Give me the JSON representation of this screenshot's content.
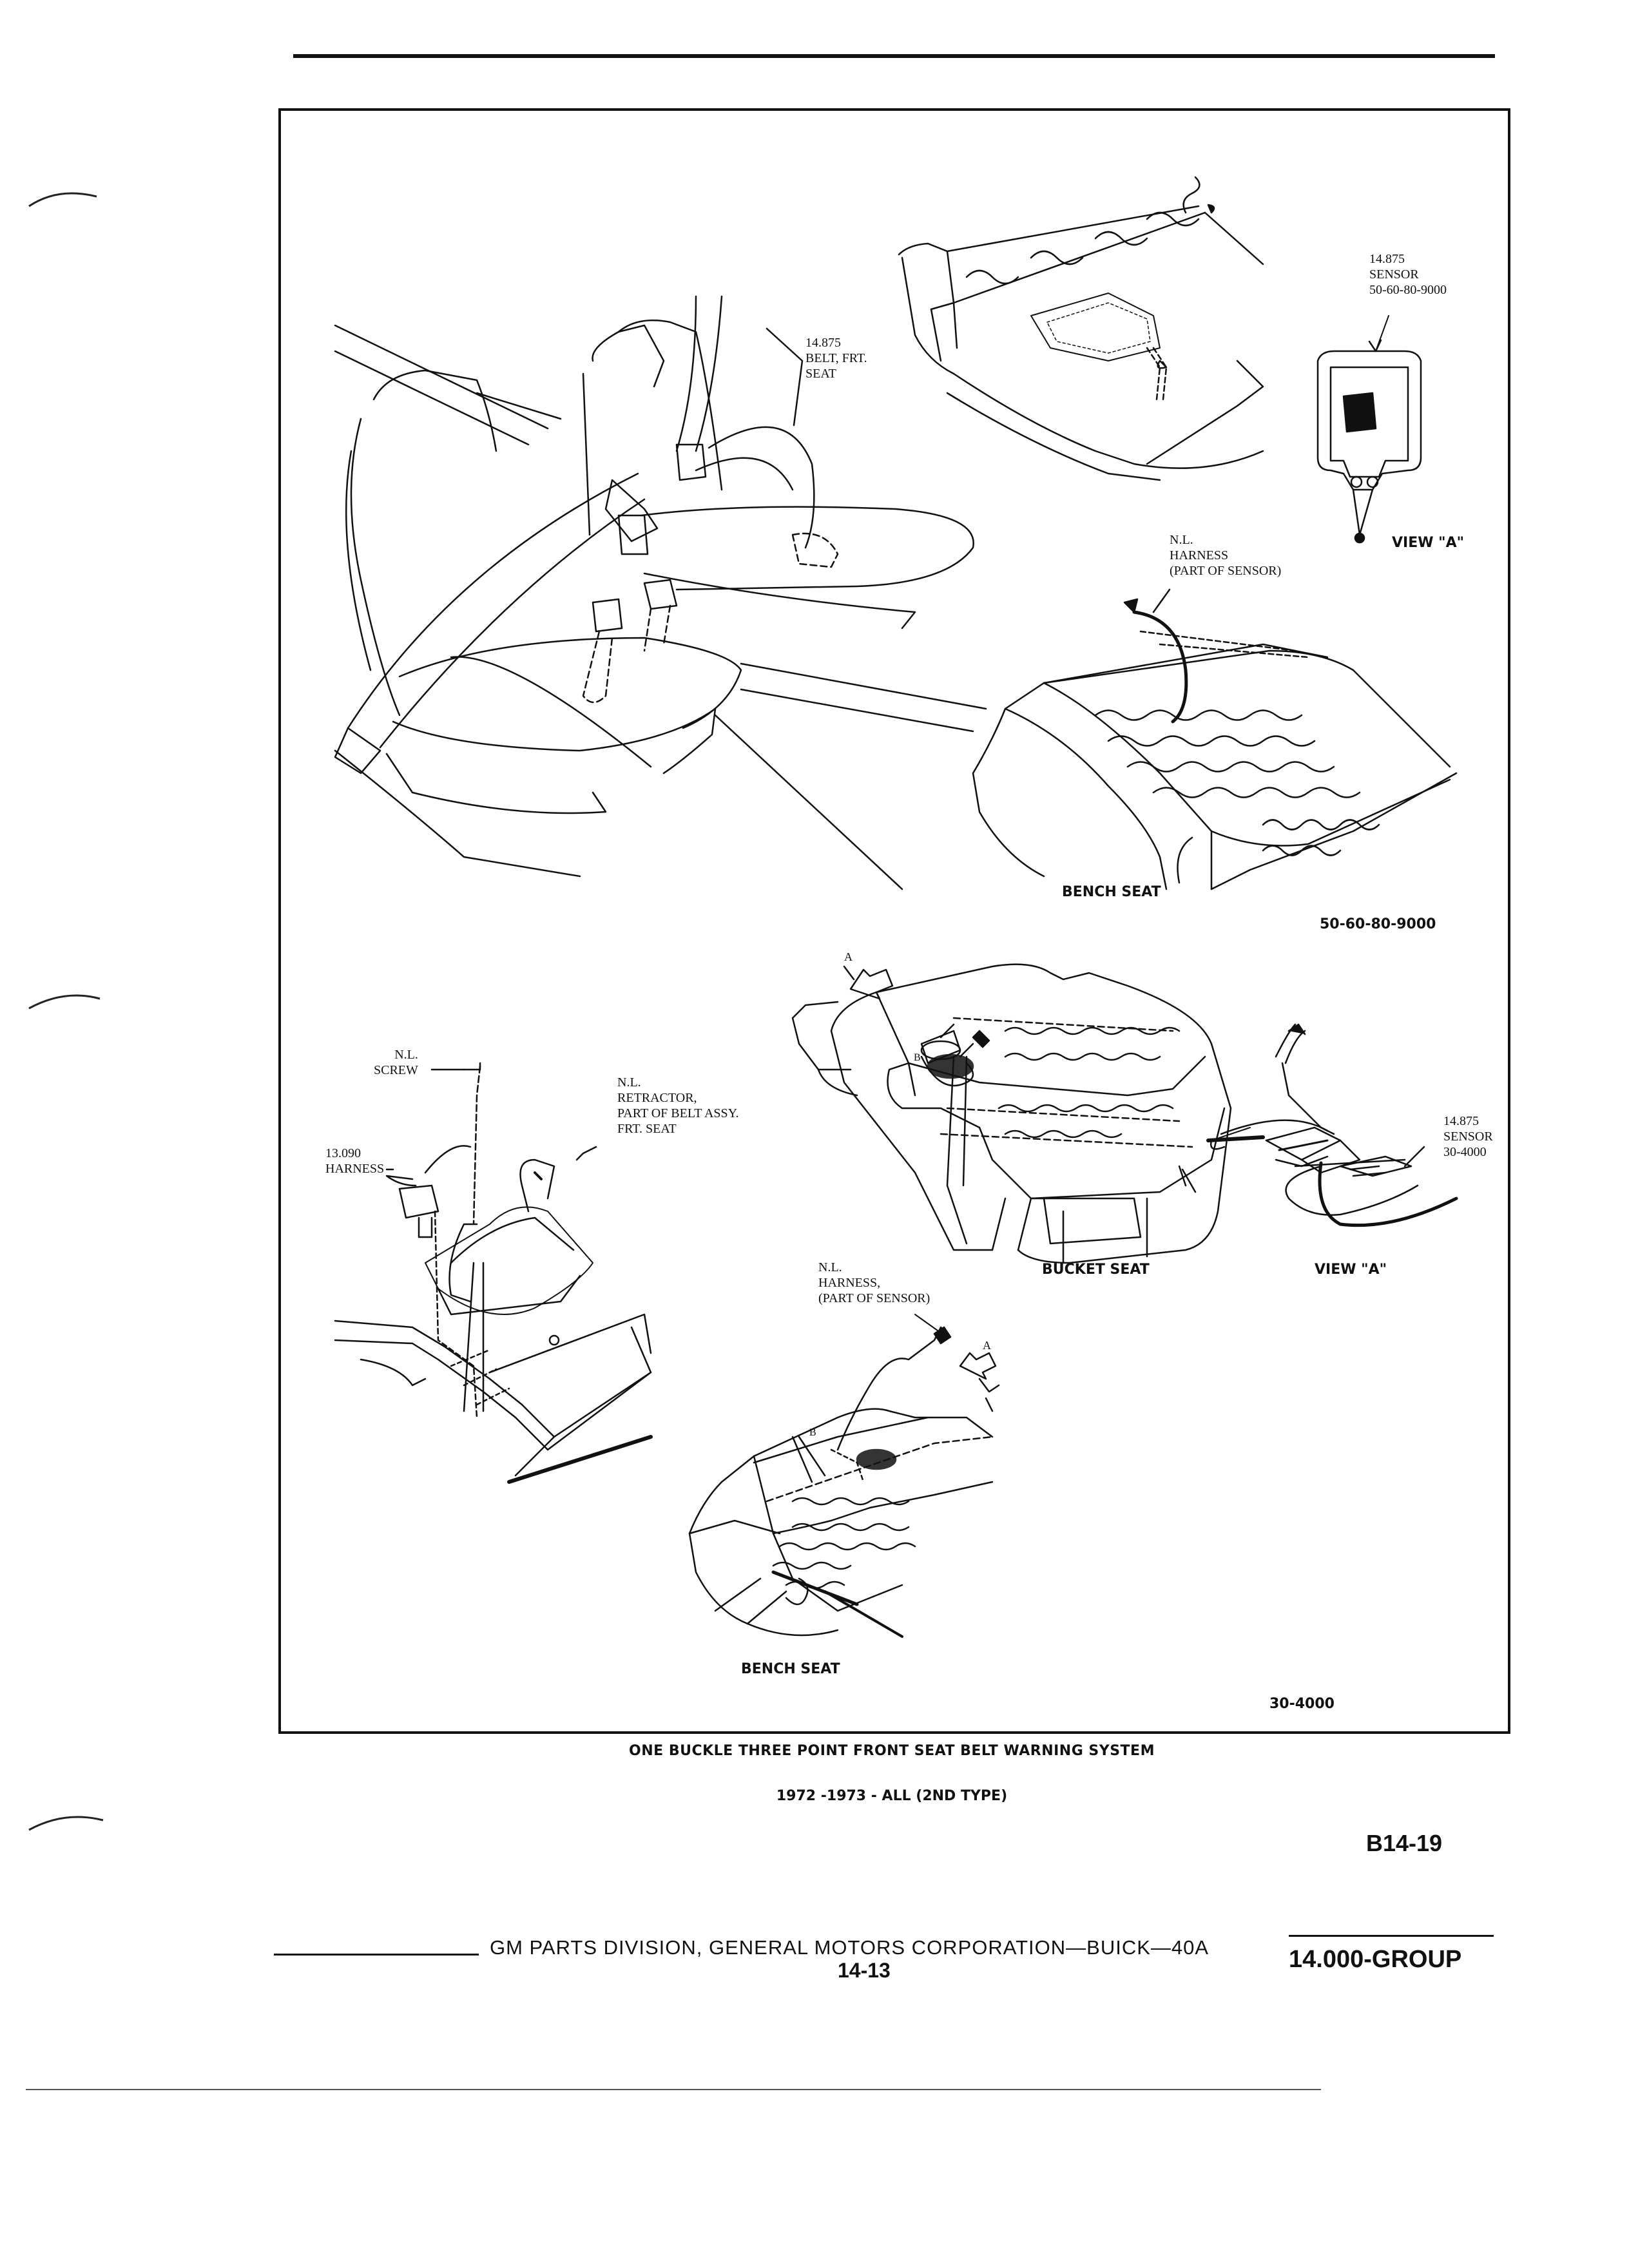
{
  "diagram": {
    "labels": {
      "belt_frt_seat": "14.875\nBELT, FRT.\nSEAT",
      "sensor_top": "14.875\nSENSOR\n50-60-80-9000",
      "view_a_top": "VIEW \"A\"",
      "harness_top": "N.L.\nHARNESS\n(PART OF SENSOR)",
      "bench_seat_top": "BENCH SEAT",
      "code_top": "50-60-80-9000",
      "screw": "N.L.\nSCREW",
      "harness_1309": "13.090\nHARNESS",
      "retractor": "N.L.\nRETRACTOR,\nPART OF BELT ASSY.\nFRT. SEAT",
      "arrow_a_upper": "A",
      "point_b_upper": "B",
      "sensor_right": "14.875\nSENSOR\n30-4000",
      "bucket_seat": "BUCKET SEAT",
      "view_a_bottom": "VIEW \"A\"",
      "harness_bottom": "N.L.\nHARNESS,\n(PART OF SENSOR)",
      "arrow_a_lower": "A",
      "point_b_lower": "B",
      "bench_seat_bottom": "BENCH SEAT",
      "code_bottom": "30-4000"
    }
  },
  "caption": {
    "title": "ONE BUCKLE THREE POINT FRONT SEAT BELT WARNING SYSTEM",
    "subtitle": "1972 -1973 - ALL (2ND TYPE)"
  },
  "figure_number": "B14-19",
  "footer": {
    "publisher": "GM PARTS DIVISION,  GENERAL MOTORS CORPORATION—BUICK—40A",
    "page": "14-13",
    "group": "14.000-GROUP"
  }
}
